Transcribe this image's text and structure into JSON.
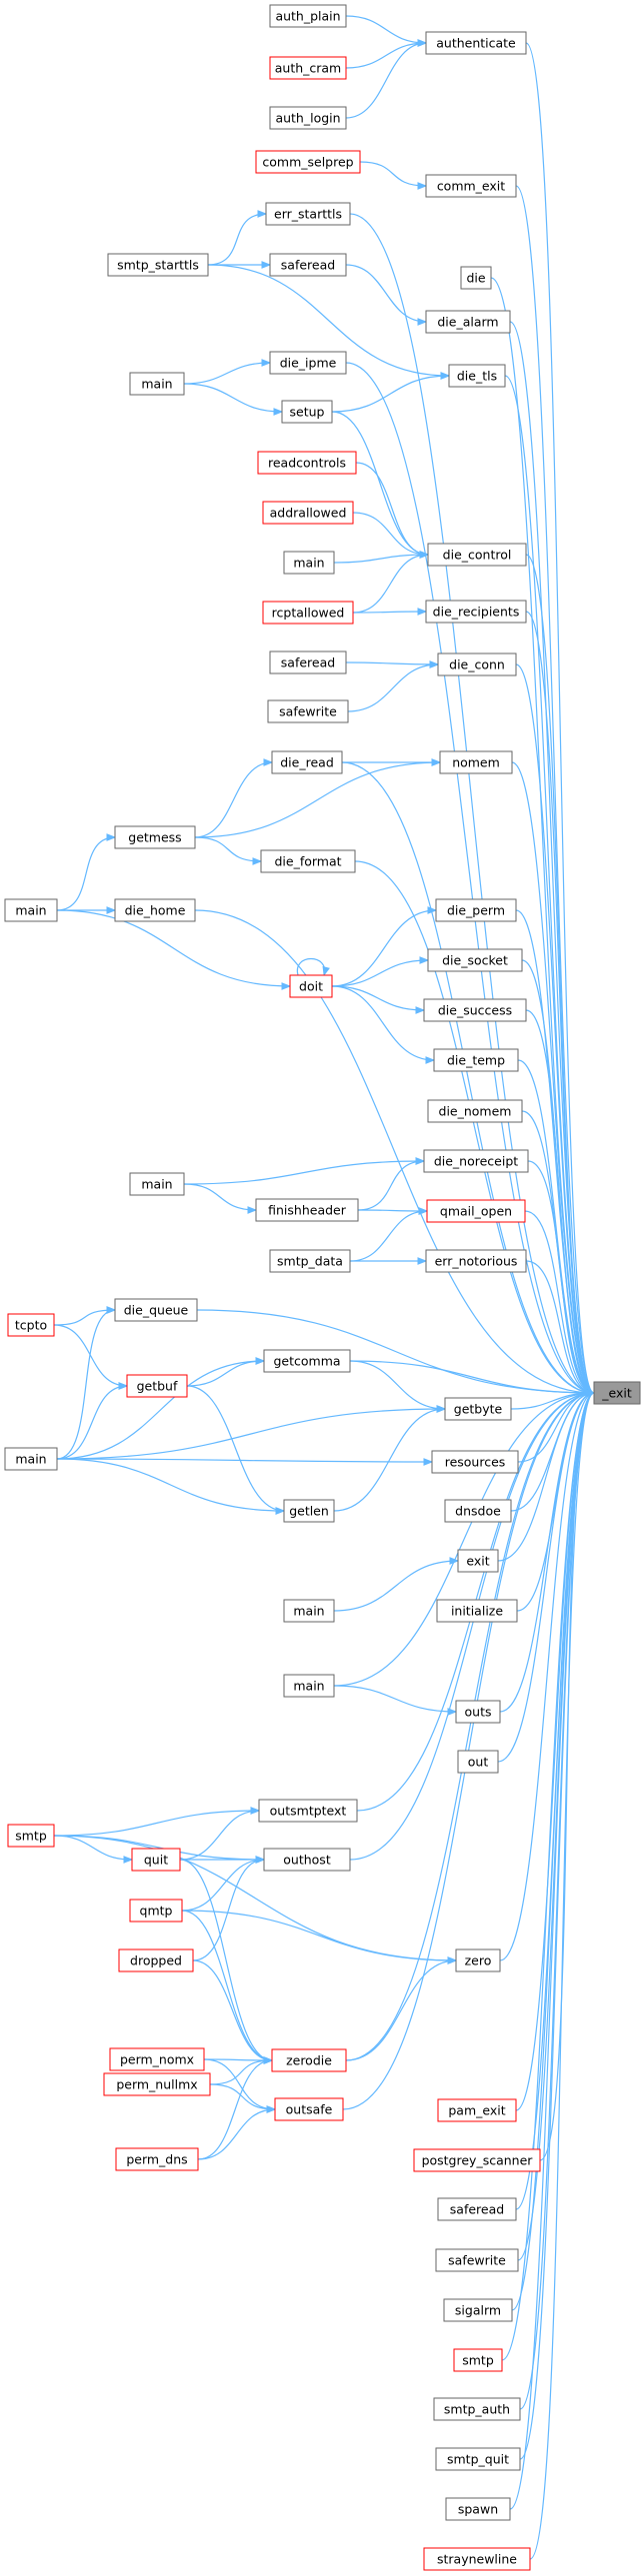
{
  "graph": {
    "target": "_exit",
    "colors": {
      "edge": "#63b8ff",
      "node_border": "#666666",
      "node_border_truncated": "#ff0000",
      "target_fill": "#999999"
    },
    "nodes": [
      {
        "id": "auth_plain",
        "label": "auth_plain",
        "red": false
      },
      {
        "id": "auth_cram",
        "label": "auth_cram",
        "red": true
      },
      {
        "id": "auth_login",
        "label": "auth_login",
        "red": false
      },
      {
        "id": "authenticate",
        "label": "authenticate",
        "red": false
      },
      {
        "id": "comm_selprep",
        "label": "comm_selprep",
        "red": true
      },
      {
        "id": "comm_exit",
        "label": "comm_exit",
        "red": false
      },
      {
        "id": "err_starttls",
        "label": "err_starttls",
        "red": false
      },
      {
        "id": "smtp_starttls",
        "label": "smtp_starttls",
        "red": false
      },
      {
        "id": "saferead_1",
        "label": "saferead",
        "red": false
      },
      {
        "id": "die",
        "label": "die",
        "red": false
      },
      {
        "id": "die_alarm",
        "label": "die_alarm",
        "red": false
      },
      {
        "id": "main_1",
        "label": "main",
        "red": false
      },
      {
        "id": "die_ipme",
        "label": "die_ipme",
        "red": false
      },
      {
        "id": "setup",
        "label": "setup",
        "red": false
      },
      {
        "id": "die_tls",
        "label": "die_tls",
        "red": false
      },
      {
        "id": "readcontrols",
        "label": "readcontrols",
        "red": true
      },
      {
        "id": "addrallowed",
        "label": "addrallowed",
        "red": true
      },
      {
        "id": "main_2",
        "label": "main",
        "red": false
      },
      {
        "id": "die_control",
        "label": "die_control",
        "red": false
      },
      {
        "id": "rcptallowed",
        "label": "rcptallowed",
        "red": true
      },
      {
        "id": "die_recipients",
        "label": "die_recipients",
        "red": false
      },
      {
        "id": "saferead_2",
        "label": "saferead",
        "red": false
      },
      {
        "id": "die_conn",
        "label": "die_conn",
        "red": false
      },
      {
        "id": "safewrite_1",
        "label": "safewrite",
        "red": false
      },
      {
        "id": "die_read",
        "label": "die_read",
        "red": false
      },
      {
        "id": "nomem",
        "label": "nomem",
        "red": false
      },
      {
        "id": "getmess",
        "label": "getmess",
        "red": false
      },
      {
        "id": "die_format",
        "label": "die_format",
        "red": false
      },
      {
        "id": "main_3",
        "label": "main",
        "red": false
      },
      {
        "id": "die_home",
        "label": "die_home",
        "red": false
      },
      {
        "id": "die_perm",
        "label": "die_perm",
        "red": false
      },
      {
        "id": "die_socket",
        "label": "die_socket",
        "red": false
      },
      {
        "id": "doit",
        "label": "doit",
        "red": true
      },
      {
        "id": "die_success",
        "label": "die_success",
        "red": false
      },
      {
        "id": "die_temp",
        "label": "die_temp",
        "red": false
      },
      {
        "id": "die_nomem",
        "label": "die_nomem",
        "red": false
      },
      {
        "id": "main_4",
        "label": "main",
        "red": false
      },
      {
        "id": "die_noreceipt",
        "label": "die_noreceipt",
        "red": false
      },
      {
        "id": "finishheader",
        "label": "finishheader",
        "red": false
      },
      {
        "id": "qmail_open",
        "label": "qmail_open",
        "red": true
      },
      {
        "id": "smtp_data",
        "label": "smtp_data",
        "red": false
      },
      {
        "id": "err_notorious",
        "label": "err_notorious",
        "red": false
      },
      {
        "id": "die_queue",
        "label": "die_queue",
        "red": false
      },
      {
        "id": "tcpto",
        "label": "tcpto",
        "red": true
      },
      {
        "id": "getcomma",
        "label": "getcomma",
        "red": false
      },
      {
        "id": "getbuf",
        "label": "getbuf",
        "red": true
      },
      {
        "id": "_exit",
        "label": "_exit",
        "red": false
      },
      {
        "id": "main_5",
        "label": "main",
        "red": false
      },
      {
        "id": "getbyte",
        "label": "getbyte",
        "red": false
      },
      {
        "id": "resources",
        "label": "resources",
        "red": false
      },
      {
        "id": "getlen",
        "label": "getlen",
        "red": false
      },
      {
        "id": "dnsdoe",
        "label": "dnsdoe",
        "red": false
      },
      {
        "id": "exit",
        "label": "exit",
        "red": false
      },
      {
        "id": "main_6",
        "label": "main",
        "red": false
      },
      {
        "id": "initialize",
        "label": "initialize",
        "red": false
      },
      {
        "id": "main_7",
        "label": "main",
        "red": false
      },
      {
        "id": "outs",
        "label": "outs",
        "red": false
      },
      {
        "id": "out",
        "label": "out",
        "red": false
      },
      {
        "id": "outsmtptext",
        "label": "outsmtptext",
        "red": false
      },
      {
        "id": "smtp_1",
        "label": "smtp",
        "red": true
      },
      {
        "id": "quit",
        "label": "quit",
        "red": true
      },
      {
        "id": "outhost",
        "label": "outhost",
        "red": false
      },
      {
        "id": "qmtp",
        "label": "qmtp",
        "red": true
      },
      {
        "id": "zero",
        "label": "zero",
        "red": false
      },
      {
        "id": "dropped",
        "label": "dropped",
        "red": true
      },
      {
        "id": "perm_nomx",
        "label": "perm_nomx",
        "red": true
      },
      {
        "id": "zerodie",
        "label": "zerodie",
        "red": true
      },
      {
        "id": "perm_nullmx",
        "label": "perm_nullmx",
        "red": true
      },
      {
        "id": "outsafe",
        "label": "outsafe",
        "red": true
      },
      {
        "id": "pam_exit",
        "label": "pam_exit",
        "red": true
      },
      {
        "id": "perm_dns",
        "label": "perm_dns",
        "red": true
      },
      {
        "id": "postgrey_scanner",
        "label": "postgrey_scanner",
        "red": true
      },
      {
        "id": "saferead_3",
        "label": "saferead",
        "red": false
      },
      {
        "id": "safewrite_2",
        "label": "safewrite",
        "red": false
      },
      {
        "id": "sigalrm",
        "label": "sigalrm",
        "red": false
      },
      {
        "id": "smtp_2",
        "label": "smtp",
        "red": true
      },
      {
        "id": "smtp_auth",
        "label": "smtp_auth",
        "red": false
      },
      {
        "id": "smtp_quit",
        "label": "smtp_quit",
        "red": false
      },
      {
        "id": "spawn",
        "label": "spawn",
        "red": false
      },
      {
        "id": "straynewline",
        "label": "straynewline",
        "red": true
      }
    ],
    "edges": [
      [
        "auth_plain",
        "authenticate"
      ],
      [
        "auth_cram",
        "authenticate"
      ],
      [
        "auth_login",
        "authenticate"
      ],
      [
        "authenticate",
        "_exit"
      ],
      [
        "comm_selprep",
        "comm_exit"
      ],
      [
        "comm_exit",
        "_exit"
      ],
      [
        "smtp_starttls",
        "err_starttls"
      ],
      [
        "smtp_starttls",
        "saferead_1"
      ],
      [
        "smtp_starttls",
        "die_tls"
      ],
      [
        "err_starttls",
        "_exit"
      ],
      [
        "saferead_1",
        "die_alarm"
      ],
      [
        "die",
        "_exit"
      ],
      [
        "die_alarm",
        "_exit"
      ],
      [
        "main_1",
        "die_ipme"
      ],
      [
        "main_1",
        "setup"
      ],
      [
        "die_ipme",
        "_exit"
      ],
      [
        "setup",
        "die_tls"
      ],
      [
        "setup",
        "die_control"
      ],
      [
        "die_tls",
        "_exit"
      ],
      [
        "readcontrols",
        "die_control"
      ],
      [
        "addrallowed",
        "die_control"
      ],
      [
        "main_2",
        "die_control"
      ],
      [
        "rcptallowed",
        "die_control"
      ],
      [
        "die_control",
        "_exit"
      ],
      [
        "rcptallowed",
        "die_recipients"
      ],
      [
        "die_recipients",
        "_exit"
      ],
      [
        "saferead_2",
        "die_conn"
      ],
      [
        "safewrite_1",
        "die_conn"
      ],
      [
        "die_conn",
        "_exit"
      ],
      [
        "die_read",
        "nomem"
      ],
      [
        "getmess",
        "die_read"
      ],
      [
        "getmess",
        "nomem"
      ],
      [
        "getmess",
        "die_format"
      ],
      [
        "die_read",
        "_exit"
      ],
      [
        "nomem",
        "_exit"
      ],
      [
        "die_format",
        "_exit"
      ],
      [
        "main_3",
        "getmess"
      ],
      [
        "main_3",
        "die_home"
      ],
      [
        "main_3",
        "doit"
      ],
      [
        "die_home",
        "_exit"
      ],
      [
        "doit",
        "doit"
      ],
      [
        "doit",
        "die_perm"
      ],
      [
        "doit",
        "die_socket"
      ],
      [
        "doit",
        "die_success"
      ],
      [
        "doit",
        "die_temp"
      ],
      [
        "die_perm",
        "_exit"
      ],
      [
        "die_socket",
        "_exit"
      ],
      [
        "die_success",
        "_exit"
      ],
      [
        "die_temp",
        "_exit"
      ],
      [
        "die_nomem",
        "_exit"
      ],
      [
        "main_4",
        "die_noreceipt"
      ],
      [
        "main_4",
        "finishheader"
      ],
      [
        "finishheader",
        "die_noreceipt"
      ],
      [
        "finishheader",
        "qmail_open"
      ],
      [
        "die_noreceipt",
        "_exit"
      ],
      [
        "smtp_data",
        "qmail_open"
      ],
      [
        "smtp_data",
        "err_notorious"
      ],
      [
        "qmail_open",
        "_exit"
      ],
      [
        "err_notorious",
        "_exit"
      ],
      [
        "tcpto",
        "die_queue"
      ],
      [
        "tcpto",
        "getbuf"
      ],
      [
        "die_queue",
        "_exit"
      ],
      [
        "main_5",
        "die_queue"
      ],
      [
        "main_5",
        "getbuf"
      ],
      [
        "main_5",
        "getcomma"
      ],
      [
        "main_5",
        "getbyte"
      ],
      [
        "main_5",
        "getlen"
      ],
      [
        "main_5",
        "resources"
      ],
      [
        "getbuf",
        "getcomma"
      ],
      [
        "getbuf",
        "getlen"
      ],
      [
        "getcomma",
        "getbyte"
      ],
      [
        "getcomma",
        "_exit"
      ],
      [
        "getlen",
        "getbyte"
      ],
      [
        "getbyte",
        "_exit"
      ],
      [
        "resources",
        "_exit"
      ],
      [
        "dnsdoe",
        "_exit"
      ],
      [
        "main_6",
        "exit"
      ],
      [
        "exit",
        "_exit"
      ],
      [
        "initialize",
        "_exit"
      ],
      [
        "main_7",
        "outs"
      ],
      [
        "main_7",
        "_exit"
      ],
      [
        "outs",
        "_exit"
      ],
      [
        "out",
        "_exit"
      ],
      [
        "smtp_1",
        "outsmtptext"
      ],
      [
        "smtp_1",
        "quit"
      ],
      [
        "smtp_1",
        "outhost"
      ],
      [
        "smtp_1",
        "zero"
      ],
      [
        "quit",
        "outsmtptext"
      ],
      [
        "quit",
        "outhost"
      ],
      [
        "quit",
        "zerodie"
      ],
      [
        "qmtp",
        "outhost"
      ],
      [
        "qmtp",
        "zero"
      ],
      [
        "qmtp",
        "zerodie"
      ],
      [
        "dropped",
        "outhost"
      ],
      [
        "dropped",
        "zerodie"
      ],
      [
        "outsmtptext",
        "_exit"
      ],
      [
        "outhost",
        "_exit"
      ],
      [
        "zero",
        "_exit"
      ],
      [
        "perm_nomx",
        "zerodie"
      ],
      [
        "perm_nomx",
        "outsafe"
      ],
      [
        "perm_nullmx",
        "zerodie"
      ],
      [
        "perm_nullmx",
        "outsafe"
      ],
      [
        "perm_dns",
        "zerodie"
      ],
      [
        "perm_dns",
        "outsafe"
      ],
      [
        "zerodie",
        "zero"
      ],
      [
        "zerodie",
        "_exit"
      ],
      [
        "outsafe",
        "_exit"
      ],
      [
        "pam_exit",
        "_exit"
      ],
      [
        "postgrey_scanner",
        "_exit"
      ],
      [
        "saferead_3",
        "_exit"
      ],
      [
        "safewrite_2",
        "_exit"
      ],
      [
        "sigalrm",
        "_exit"
      ],
      [
        "smtp_2",
        "_exit"
      ],
      [
        "smtp_auth",
        "_exit"
      ],
      [
        "smtp_quit",
        "_exit"
      ],
      [
        "spawn",
        "_exit"
      ],
      [
        "straynewline",
        "_exit"
      ]
    ]
  }
}
